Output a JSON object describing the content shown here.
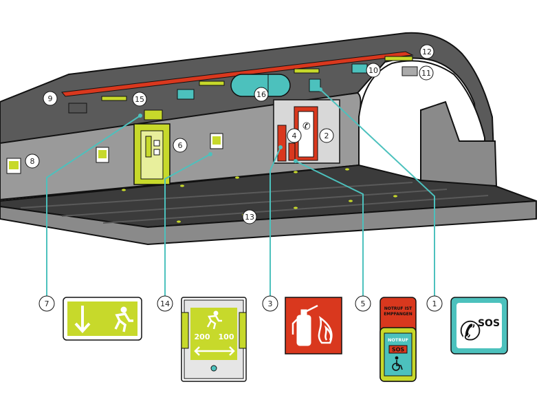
{
  "callouts": [
    "1",
    "2",
    "4",
    "6",
    "8",
    "9",
    "10",
    "11",
    "12",
    "13",
    "15",
    "16"
  ],
  "bottom_callouts": [
    "7",
    "14",
    "3",
    "5",
    "1"
  ],
  "signs": {
    "distance_left": "200",
    "distance_right": "100",
    "notruf_header_1": "NOTRUF IST",
    "notruf_header_2": "EMPFANGEN",
    "notruf_label": "NOTRUF",
    "notruf_sos": "SOS",
    "phone_sos": "SOS"
  },
  "colors": {
    "lime": "#c7d92b",
    "teal": "#4cc1bd",
    "red": "#d9381e",
    "wall": "#9a9a9a",
    "floor": "#3b3b3b"
  }
}
